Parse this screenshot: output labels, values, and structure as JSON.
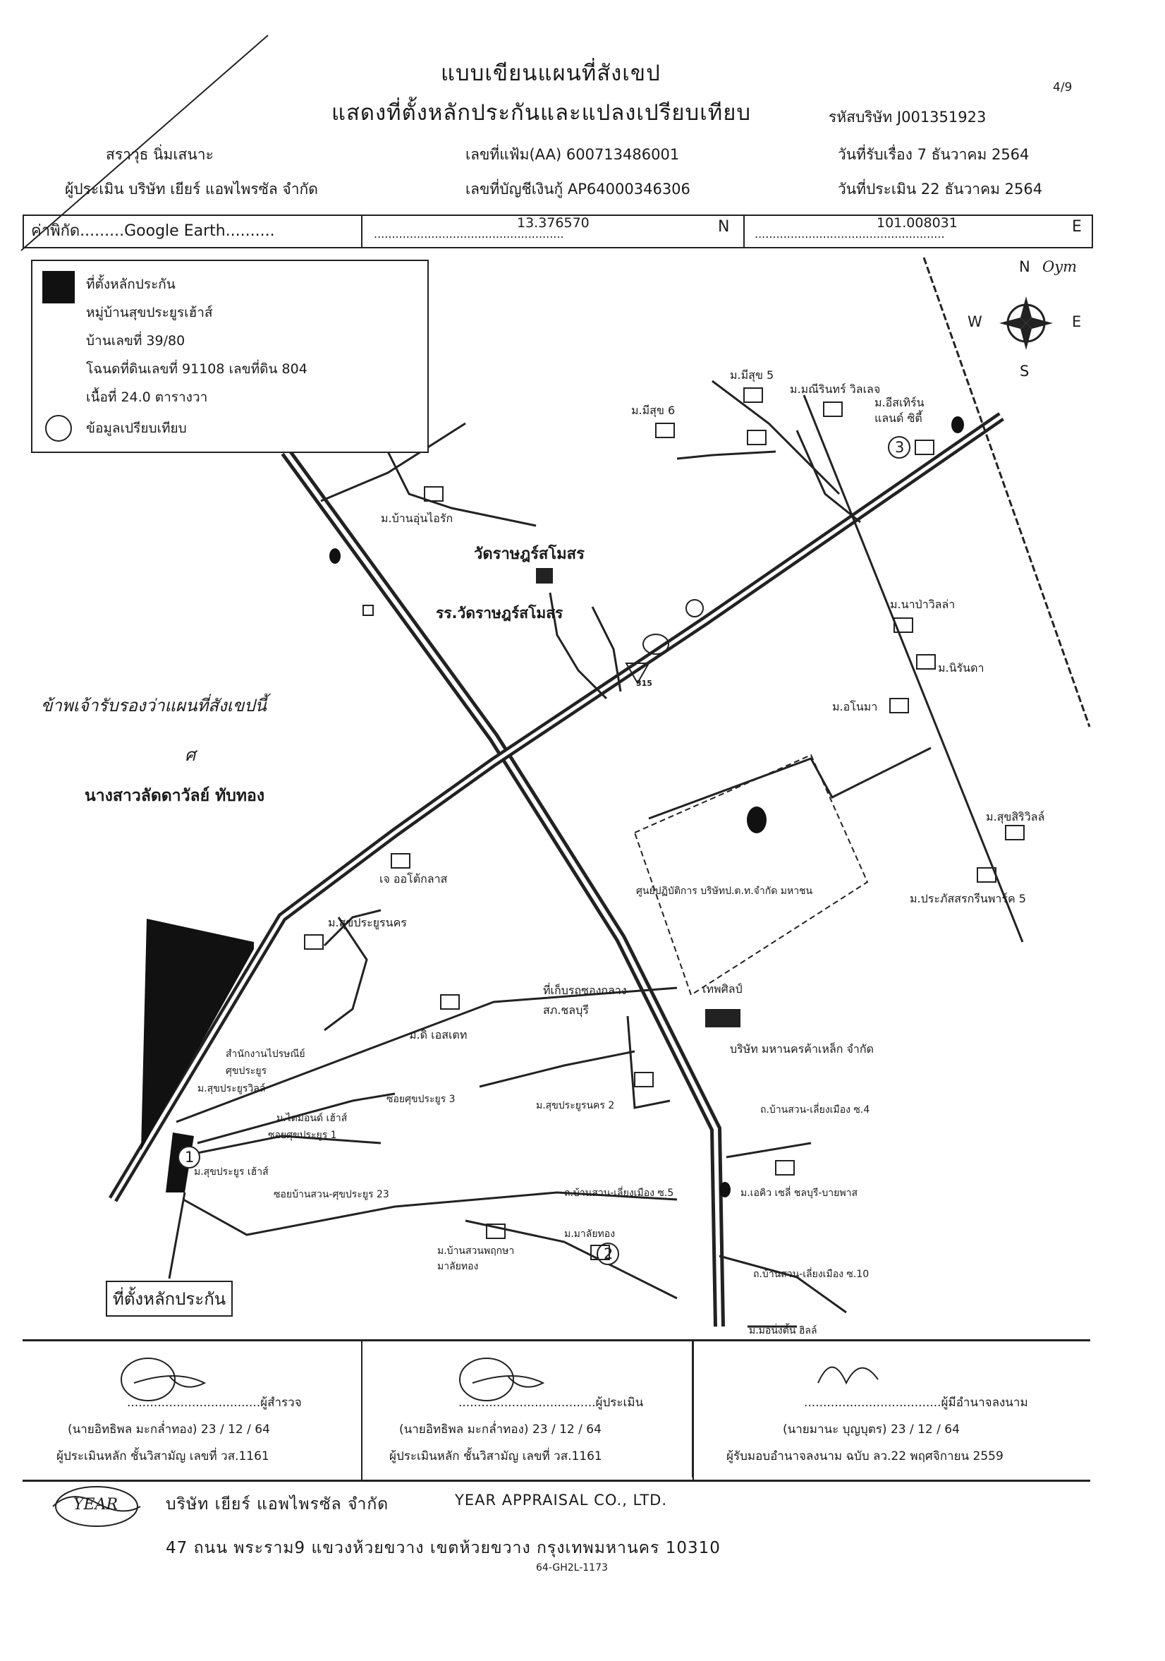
{
  "header": {
    "title_line1": "แบบเขียนแผนที่สังเขป",
    "title_line2": "แสดงที่ตั้งหลักประกันและแปลงเปรียบเทียบ",
    "page_no": "4/9",
    "company_code": "รหัสบริษัท  J001351923",
    "client_name": "สราวุธ นิ่มเสนาะ",
    "appraiser": "ผู้ประเมิน  บริษัท เยียร์ แอพไพรซัล จำกัด",
    "file_no": "เลขที่แฟ้ม(AA) 600713486001",
    "loan_account": "เลขที่บัญชีเงินกู้ AP64000346306",
    "received_date": "วันที่รับเรื่อง   7 ธันวาคม 2564",
    "appraisal_date": "วันที่ประเมิน  22 ธันวาคม 2564"
  },
  "coordinates": {
    "source_label": "ค่าพิกัด.........Google Earth..........",
    "latitude": "13.376570",
    "lat_suffix": "N",
    "longitude": "101.008031",
    "lon_suffix": "E",
    "dots": "....................................................."
  },
  "legend": {
    "collateral_title": "ที่ตั้งหลักประกัน",
    "village": "หมู่บ้านสุขประยูรเฮ้าส์",
    "house_no": "บ้านเลขที่ 39/80",
    "deed": "โฉนดที่ดินเลขที่ 91108 เลขที่ดิน 804",
    "area": "เนื้อที่ 24.0 ตารางวา",
    "comparison": "ข้อมูลเปรียบเทียบ"
  },
  "compass": {
    "n": "N",
    "s": "S",
    "e": "E",
    "w": "W",
    "handwritten": "Oym"
  },
  "map_labels": {
    "temple": "วัดราษฎร์สโมสร",
    "school": "รร.วัดราษฎร์สโมสร",
    "ban_un": "ม.บ้านอุ่นไอรัก",
    "mesuk6": "ม.มีสุข 6",
    "mesuk5": "ม.มีสุข 5",
    "maneerin": "ม.มณีรินทร์ วิลเลจ",
    "eastern": "ม.อีสเทิร์น\nแลนด์ ซิตี้",
    "napa": "ม.นาป่าวิลล่า",
    "nirunda": "ม.นิรันดา",
    "onma": "ม.อโนมา",
    "suksiri": "ม.สุขสิริวิลล์",
    "prapassorn": "ม.ประภัสสรกรีนพาร์ค 5",
    "ptt_center": "ศูนย์ปฏิบัติการ บริษัทป.ต.ท.จำกัด มหาชน",
    "autoclass": "เจ ออโต้กลาส",
    "sukprayoon_nakorn": "ม.สุขประยูรนคร",
    "bus_depot": "ที่เก็บรถซองกลาง\nสภ.ชลบุรี",
    "tepsilp": "เทพศิลป์",
    "steel": "บริษัท มหานครค้าเหล็ก จำกัด",
    "d_estate": "ม.ดิ เอสเตท",
    "post": "สำนักงานไปรษณีย์\nศุขประยูร",
    "suk_villa": "ม.สุขประยูรวิลล์",
    "diamond": "ม.ไดมอนด์ เฮ้าส์",
    "soi3": "ซอยศุขประยูร 3",
    "soi1": "ซอยศุขประยูร 1",
    "sukprayoon_nakorn2": "ม.สุขประยูรนคร 2",
    "ban_suan_soi4": "ถ.บ้านสวน-เลี่ยงเมือง ซ.4",
    "sukprayoon_house": "ม.สุขประยูร เฮ้าส์",
    "soi23": "ซอยบ้านสวน-ศุขประยูร 23",
    "soi5": "ถ.บ้านสวน-เลี่ยงเมือง ซ.5",
    "mc": "ม.เอคิว เซลี่ ชลบุรี-บายพาส",
    "malaitong": "ม.มาลัยทอง",
    "ban_suan_pruksa": "ม.บ้านสวนพฤกษา\nมาลัยทอง",
    "soi10": "ถ.บ้านสวน-เลี่ยงเมือง ซ.10",
    "monican": "ม.มอนิ่งตั้น ฮิลล์",
    "collateral_box": "ที่ตั้งหลักประกัน",
    "road_315": "315",
    "marker1": "1",
    "marker2": "2",
    "marker3": "3",
    "handwritten_note": "ข้าพเจ้ารับรองว่าแผนที่สังเขปนี้",
    "handwritten_sign": "ศ",
    "signer_note": "นางสาวลัดดาวัลย์  ทับทอง"
  },
  "signatures": {
    "surveyor_line": "...................................ผู้สำรวจ",
    "surveyor_name": "(นายอิทธิพล มะกล่ำทอง) 23 / 12 / 64",
    "surveyor_role": "ผู้ประเมินหลัก ชั้นวิสามัญ เลขที่ วส.1161",
    "appraiser_line": "....................................ผู้ประเมิน",
    "appraiser_name": "(นายอิทธิพล มะกล่ำทอง) 23 / 12 / 64",
    "appraiser_role": "ผู้ประเมินหลัก ชั้นวิสามัญ เลขที่ วส.1161",
    "authorized_line": "....................................ผู้มีอำนาจลงนาม",
    "authorized_name": "(นายมานะ บุญบุตร) 23 / 12 / 64",
    "authorized_role": "ผู้รับมอบอำนาจลงนาม ฉบับ ลว.22 พฤศจิกายน 2559"
  },
  "footer": {
    "company_th": "บริษัท เยียร์ แอพไพรซัล จำกัด",
    "company_en": "YEAR APPRAISAL CO., LTD.",
    "address": "47 ถนน พระราม9 แขวงห้วยขวาง เขตห้วยขวาง กรุงเทพมหานคร 10310",
    "doc_code": "64-GH2L-1173",
    "logo_text": "YEAR"
  }
}
